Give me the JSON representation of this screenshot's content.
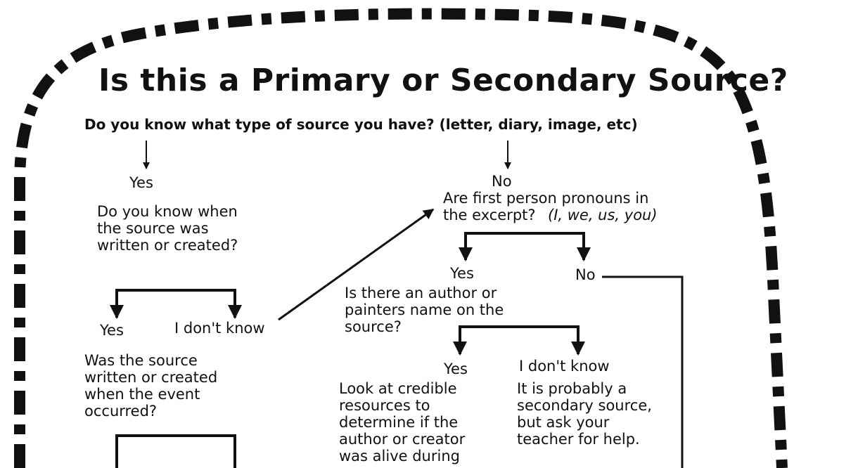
{
  "title": "Is this a Primary or Secondary Source?",
  "question": "Do you know what type of source you have? (letter, diary, image, etc)",
  "left_branch": {
    "yes_label": "Yes",
    "when_question": "Do you know when\nthe source was\nwritten or created?",
    "yes2_label": "Yes",
    "dont_know_label": "I don't know",
    "event_question": "Was the source\nwritten or created\nwhen the event\noccurred?"
  },
  "right_branch": {
    "no_label": "No",
    "pronoun_question": "Are first person pronouns in\nthe excerpt?",
    "pronoun_examples": "(I, we, us, you)",
    "yes_label": "Yes",
    "no2_label": "No",
    "author_question": "Is there an author or\npainters name on the\nsource?",
    "yes3_label": "Yes",
    "dont_know_label": "I don't know",
    "credible_text": "Look at credible\nresources to\ndetermine if the\nauthor or creator\nwas alive during",
    "secondary_text": "It is probably a\nsecondary source,\nbut ask your\nteacher for help."
  },
  "colors": {
    "ink": "#111111",
    "background": "#ffffff"
  }
}
